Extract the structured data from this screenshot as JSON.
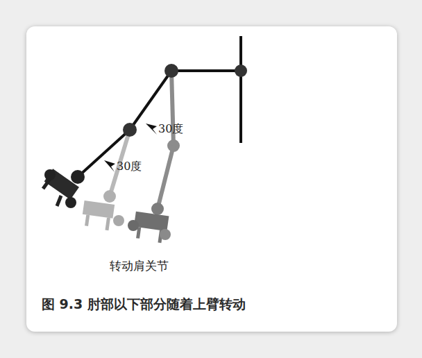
{
  "diagram": {
    "caption": "图 9.3 肘部以下部分随着上臂转动",
    "labels": [
      "30度",
      "30度",
      "转动肩关节"
    ]
  }
}
